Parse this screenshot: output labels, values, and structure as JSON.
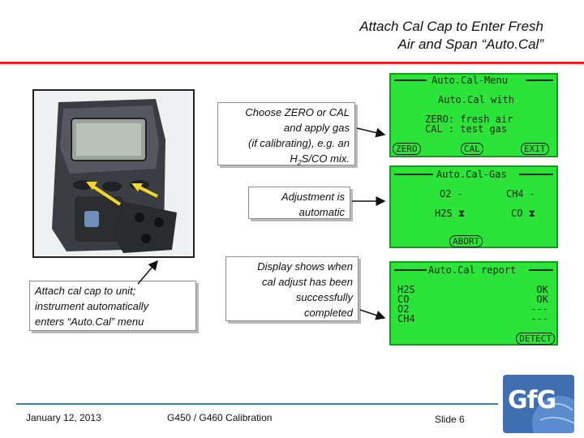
{
  "title": {
    "line1": "Attach Cal Cap to Enter Fresh",
    "line2": "Air and Span “Auto.Cal”"
  },
  "callouts": {
    "choose": [
      "Choose ZERO or CAL",
      "and apply gas",
      "(if calibrating), e.g. an"
    ],
    "choose_mix": {
      "pre": "H",
      "sub": "2",
      "post": "S/CO mix."
    },
    "adjust": [
      "Adjustment is",
      "automatic"
    ],
    "display": [
      "Display shows when",
      "cal adjust has been",
      "successfully",
      "completed"
    ],
    "attach": [
      "Attach cal cap to unit;",
      "instrument automatically",
      "enters “Auto.Cal” menu"
    ]
  },
  "screens": {
    "menu": {
      "header": "Auto.Cal-Menu",
      "line1": "Auto.Cal with",
      "line2": "ZERO: fresh air",
      "line3": "CAL : test gas",
      "keys": [
        "ZERO",
        "CAL",
        "EXIT"
      ]
    },
    "gas": {
      "header": "Auto.Cal-Gas",
      "o2": "O2  -",
      "ch4": "CH4  -",
      "h2s": "H2S  ⧗",
      "co": "CO  ⧗",
      "key": "ABORT"
    },
    "report": {
      "header": "Auto.Cal report",
      "gases": [
        "H2S",
        "CO",
        "O2",
        "CH4"
      ],
      "results": [
        "OK",
        "OK",
        "---",
        "---"
      ],
      "key": "DETECT"
    }
  },
  "footer": {
    "date": "January 12, 2013",
    "center": "G450 / G460 Calibration",
    "slide": "Slide 6"
  },
  "logo": {
    "text": "GfG"
  }
}
